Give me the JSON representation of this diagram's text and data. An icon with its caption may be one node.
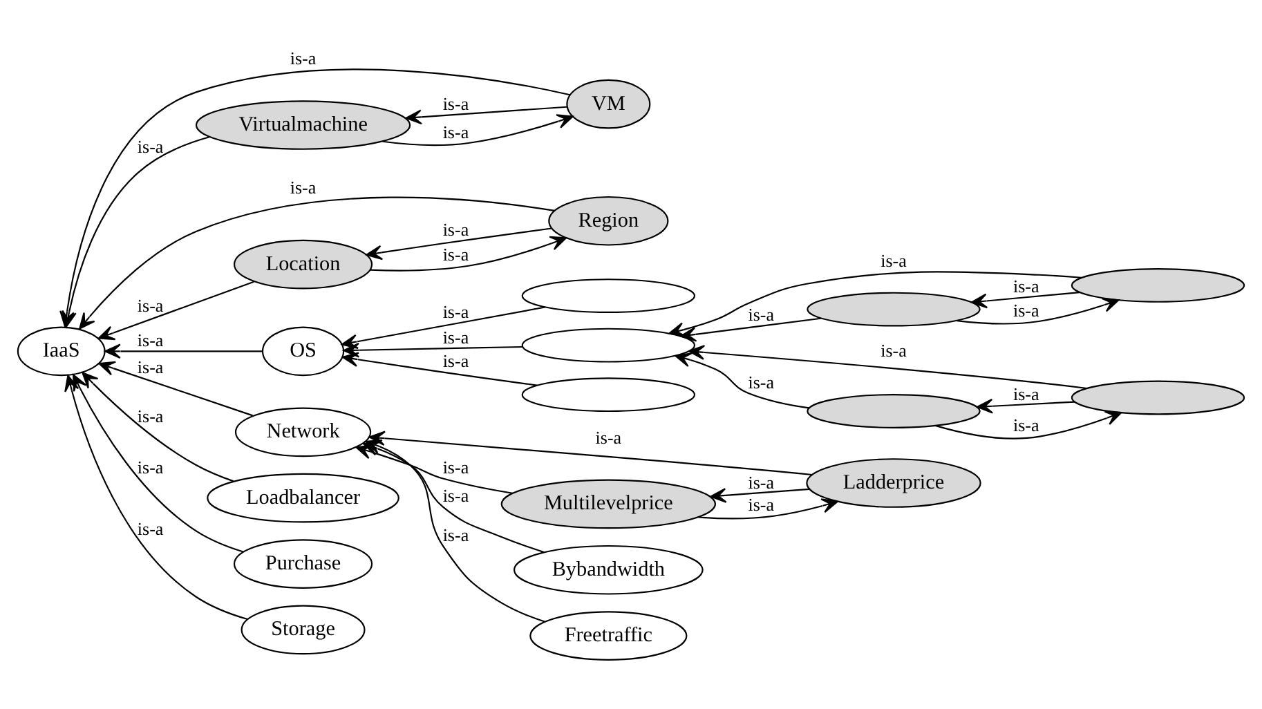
{
  "diagram": {
    "nodes": [
      {
        "text": [
          "IaaS"
        ]
      },
      {
        "text": [
          "VM"
        ]
      },
      {
        "text": [
          "Virtualmachine"
        ]
      },
      {
        "text": [
          "Region"
        ]
      },
      {
        "text": [
          "Location"
        ]
      },
      {
        "text": [
          "OS"
        ]
      },
      {
        "text": [],
        "shape": "ellipse"
      },
      {
        "text": [],
        "shape": "ellipse"
      },
      {
        "text": [],
        "shape": "ellipse"
      },
      {
        "text": [],
        "shape": "ellipse"
      },
      {
        "text": [],
        "shape": "ellipse"
      },
      {
        "text": [],
        "shape": "ellipse"
      },
      {
        "text": [],
        "shape": "ellipse"
      },
      {
        "text": [
          "Network"
        ]
      },
      {
        "text": [
          "Ladderprice"
        ]
      },
      {
        "text": [
          "Multilevelprice"
        ]
      },
      {
        "text": [
          "Loadbalancer"
        ]
      },
      {
        "text": [
          "Bybandwidth"
        ]
      },
      {
        "text": [
          "Purchase"
        ]
      },
      {
        "text": [
          "Freetraffic"
        ]
      },
      {
        "text": [
          "Storage"
        ]
      }
    ],
    "edges": [
      {
        "from": 1,
        "to": 0,
        "arrow": "to",
        "label": "is-a"
      },
      {
        "from": 2,
        "to": 0,
        "arrow": "to",
        "label": "is-a"
      },
      {
        "from": 2,
        "to": 1,
        "arrow": "to",
        "label": "is-a"
      },
      {
        "from": 1,
        "to": 2,
        "arrow": "to",
        "label": "is-a"
      },
      {
        "from": 3,
        "to": 0,
        "arrow": "to",
        "label": "is-a"
      },
      {
        "from": 3,
        "to": 4,
        "arrow": "to",
        "label": "is-a"
      },
      {
        "from": 4,
        "to": 3,
        "arrow": "to",
        "label": "is-a"
      },
      {
        "from": 4,
        "to": 0,
        "arrow": "to",
        "label": "is-a"
      },
      {
        "from": 5,
        "to": 0,
        "arrow": "to",
        "label": "is-a"
      },
      {
        "from": 6,
        "to": 5,
        "arrow": "to",
        "label": "is-a"
      },
      {
        "from": 7,
        "to": 5,
        "arrow": "to",
        "label": "is-a"
      },
      {
        "from": 12,
        "to": 5,
        "arrow": "to",
        "label": "is-a"
      },
      {
        "from": 8,
        "to": 7,
        "arrow": "to",
        "label": "is-a"
      },
      {
        "from": 8,
        "to": 9,
        "arrow": "to",
        "label": "is-a"
      },
      {
        "from": 9,
        "to": 8,
        "arrow": "to",
        "label": "is-a"
      },
      {
        "from": 9,
        "to": 7,
        "arrow": "to",
        "label": "is-a"
      },
      {
        "from": 10,
        "to": 7,
        "arrow": "to",
        "label": "is-a"
      },
      {
        "from": 11,
        "to": 7,
        "arrow": "to",
        "label": "is-a"
      },
      {
        "from": 11,
        "to": 10,
        "arrow": "to",
        "label": "is-a"
      },
      {
        "from": 10,
        "to": 11,
        "arrow": "to",
        "label": "is-a"
      },
      {
        "from": 13,
        "to": 0,
        "arrow": "to",
        "label": "is-a"
      },
      {
        "from": 14,
        "to": 13,
        "arrow": "to",
        "label": "is-a"
      },
      {
        "from": 14,
        "to": 15,
        "arrow": "to",
        "label": "is-a"
      },
      {
        "from": 15,
        "to": 14,
        "arrow": "to",
        "label": "is-a"
      },
      {
        "from": 15,
        "to": 13,
        "arrow": "to",
        "label": "is-a"
      },
      {
        "from": 17,
        "to": 13,
        "arrow": "to",
        "label": "is-a"
      },
      {
        "from": 19,
        "to": 13,
        "arrow": "to",
        "label": "is-a"
      },
      {
        "from": 16,
        "to": 0,
        "arrow": "to",
        "label": "is-a"
      },
      {
        "from": 18,
        "to": 0,
        "arrow": "to",
        "label": "is-a"
      },
      {
        "from": 20,
        "to": 0,
        "arrow": "to",
        "label": "is-a"
      }
    ]
  }
}
